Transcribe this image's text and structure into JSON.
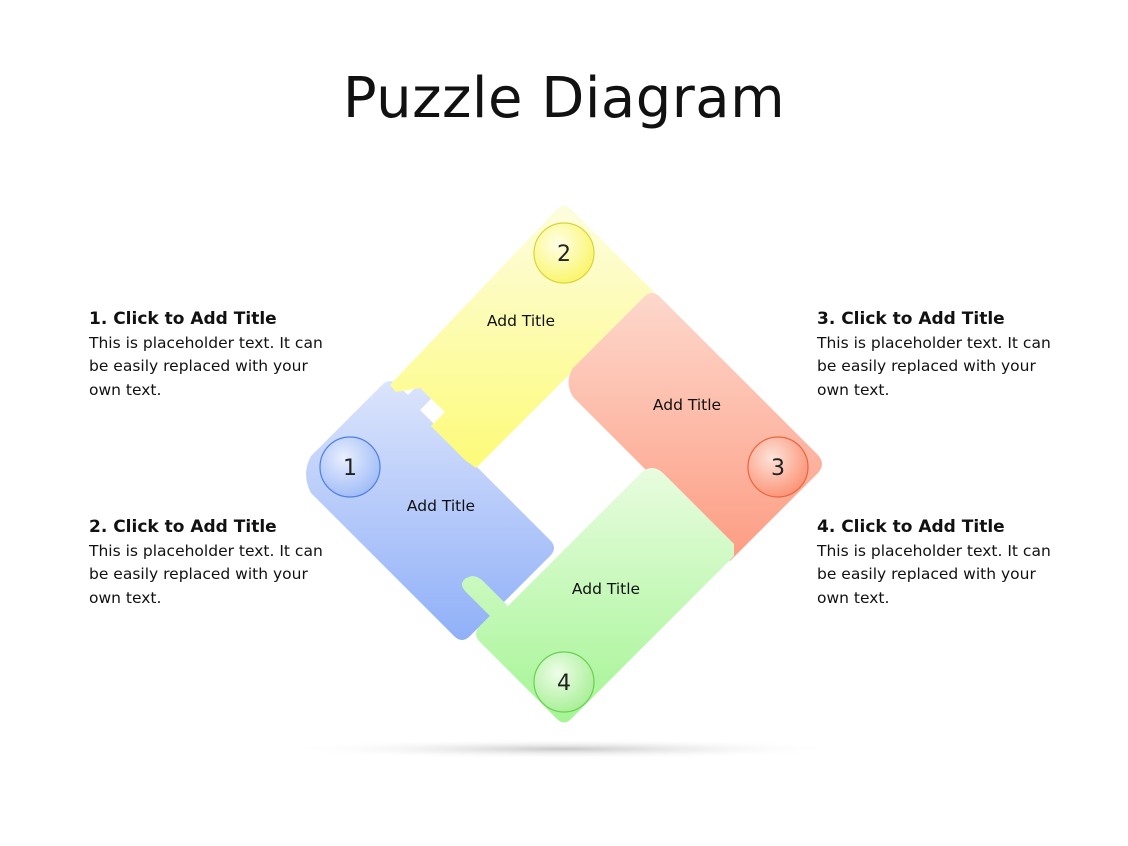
{
  "title": "Puzzle Diagram",
  "items": [
    {
      "number": "1",
      "heading": "1. Click to Add Title",
      "text": "This is placeholder text. It can be easily replaced with your own text.",
      "piece_label": "Add Title",
      "color": "#a8c0fa"
    },
    {
      "number": "2",
      "heading": "2. Click to Add Title",
      "text": "This is placeholder text. It can be easily replaced with your own text.",
      "piece_label": "Add Title",
      "color": "#fdfb8e"
    },
    {
      "number": "3",
      "heading": "3. Click to Add Title",
      "text": "This is placeholder text. It can be easily replaced with your own text.",
      "piece_label": "Add Title",
      "color": "#fdb29c"
    },
    {
      "number": "4",
      "heading": "4. Click to Add Title",
      "text": "This is placeholder text. It can be easily replaced with your own text.",
      "piece_label": "Add Title",
      "color": "#b4f7a8"
    }
  ]
}
